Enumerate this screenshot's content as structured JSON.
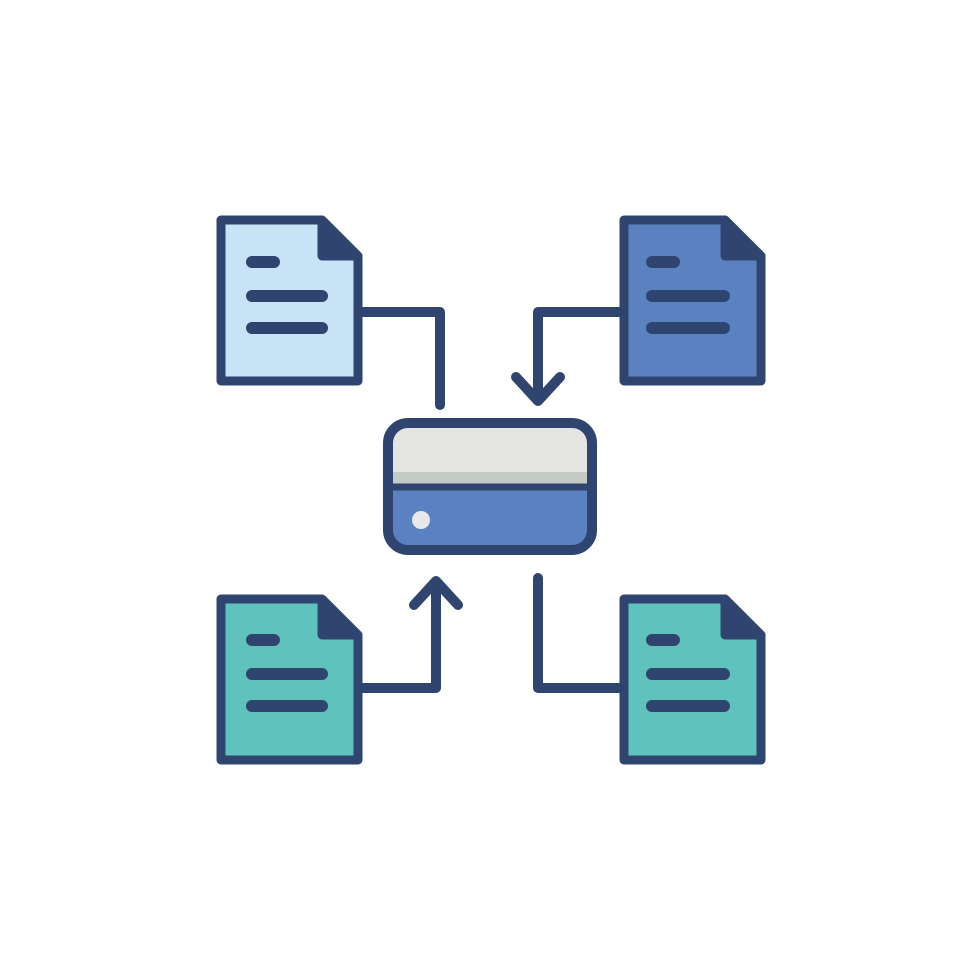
{
  "colors": {
    "outline": "#2f4570",
    "background": "#ffffff",
    "doc_top_left_fill": "#c9e3f6",
    "doc_top_right_fill": "#5b82c0",
    "doc_bottom_left_fill": "#60c2bc",
    "doc_bottom_right_fill": "#60c2bc",
    "server_top_fill": "#e4e5e3",
    "server_stripe_fill": "#c4cbc4",
    "server_bottom_fill": "#5b82c0",
    "server_indicator_fill": "#e8e8ec"
  },
  "nodes": [
    {
      "id": "doc-top-left",
      "icon": "document-icon",
      "fill_key": "doc_top_left_fill"
    },
    {
      "id": "doc-top-right",
      "icon": "document-icon",
      "fill_key": "doc_top_right_fill"
    },
    {
      "id": "doc-bottom-left",
      "icon": "document-icon",
      "fill_key": "doc_bottom_left_fill"
    },
    {
      "id": "doc-bottom-right",
      "icon": "document-icon",
      "fill_key": "doc_bottom_right_fill"
    },
    {
      "id": "server",
      "icon": "server-icon"
    }
  ],
  "edges": [
    {
      "from": "doc-top-left",
      "to": "server",
      "arrowhead": false
    },
    {
      "from": "doc-top-right",
      "to": "server",
      "arrowhead": true
    },
    {
      "from": "doc-bottom-left",
      "to": "server",
      "arrowhead": true
    },
    {
      "from": "server",
      "to": "doc-bottom-right",
      "arrowhead": false
    }
  ]
}
